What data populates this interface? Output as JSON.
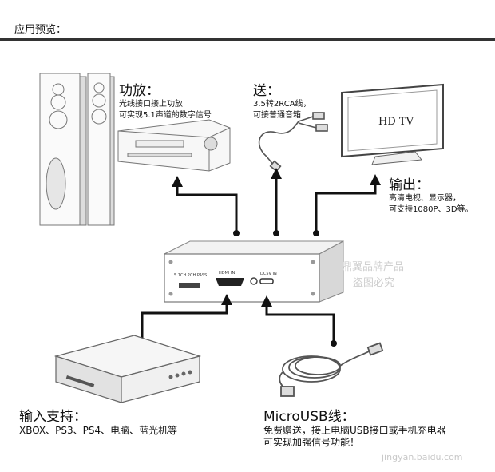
{
  "header": {
    "title": "应用预览："
  },
  "amp": {
    "title": "功放：",
    "line1": "光线接口接上功放",
    "line2": "可实现5.1声道的数字信号"
  },
  "send": {
    "title": "送：",
    "line1": "3.5转2RCA线，",
    "line2": "可接普通音箱"
  },
  "tv": {
    "screen_text": "HD TV"
  },
  "output": {
    "title": "输出：",
    "line1": "高清电视、显示器，",
    "line2": "可支持1080P、3D等。"
  },
  "device": {
    "switch_label": "5.1CH  2CH  PASS",
    "hdmi_label": "HDMI IN",
    "dc_label": "DC5V IN",
    "watermark_line1": "鼎翼品牌产品",
    "watermark_line2": "盗图必究"
  },
  "input": {
    "title": "输入支持：",
    "line1": "XBOX、PS3、PS4、电脑、蓝光机等"
  },
  "usb": {
    "title": "MicroUSB线：",
    "line1": "免费赠送，接上电脑USB接口或手机充电器",
    "line2": "可实现加强信号功能！"
  },
  "watermark": {
    "site": "jingyan.baidu.com"
  }
}
